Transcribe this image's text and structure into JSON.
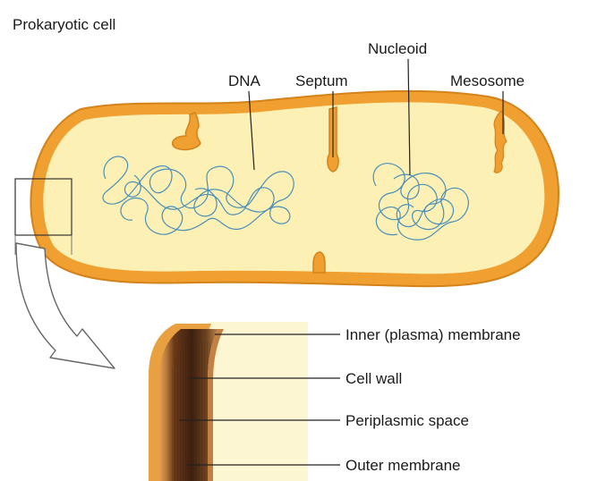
{
  "title": "Prokaryotic cell",
  "labels": {
    "dna": "DNA",
    "septum": "Septum",
    "nucleoid": "Nucleoid",
    "mesosome": "Mesosome"
  },
  "detail_labels": {
    "inner_membrane": "Inner (plasma) membrane",
    "cell_wall": "Cell wall",
    "periplasmic_space": "Periplasmic space",
    "outer_membrane": "Outer membrane"
  },
  "colors": {
    "envelope": "#f0a030",
    "envelope_dark": "#d4821a",
    "cytoplasm": "#fdf0b4",
    "cytoplasm_light": "#fff8d0",
    "dna_strand": "#4a8fb8",
    "detail_dark": "#4a2a12",
    "detail_mid": "#8a5a2c",
    "leader": "#222222"
  }
}
